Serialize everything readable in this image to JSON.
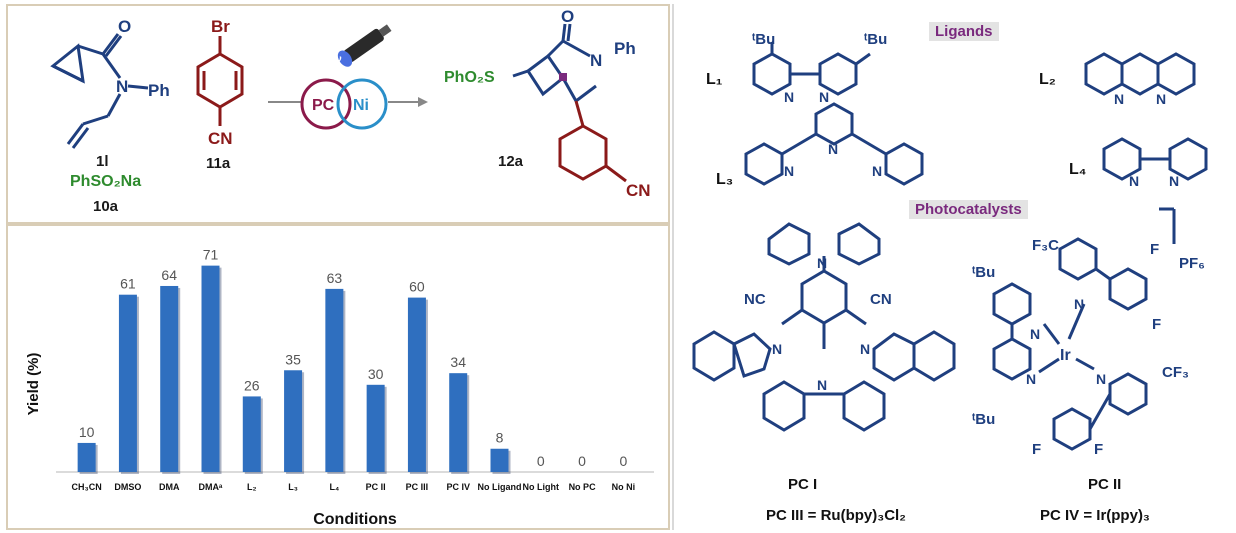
{
  "reaction": {
    "substrate_label": "1l",
    "sulfinate_formula": "PhSO₂Na",
    "sulfinate_label": "10a",
    "aryl_label": "11a",
    "product_label": "12a",
    "catalyst_pc": "PC",
    "catalyst_ni": "Ni",
    "light": "hν",
    "atoms": {
      "O": "O",
      "N": "N",
      "Ph": "Ph",
      "Br": "Br",
      "CN": "CN",
      "PhO2S": "PhO₂S"
    }
  },
  "colors": {
    "navy": "#1f3f7f",
    "bar": "#2f6fbf",
    "maroon": "#8b1a1a",
    "green": "#2e8b2e",
    "purple": "#7a2a7e",
    "pc_circle": "#8b1a4a",
    "ni_circle": "#2a8fc9"
  },
  "chart_data": {
    "type": "bar",
    "categories": [
      "CH₃CN",
      "DMSO",
      "DMA",
      "DMAᵃ",
      "L₂",
      "L₃",
      "L₄",
      "PC II",
      "PC III",
      "PC IV",
      "No Ligand",
      "No Light",
      "No PC",
      "No Ni"
    ],
    "values": [
      10,
      61,
      64,
      71,
      26,
      35,
      63,
      30,
      60,
      34,
      8,
      0,
      0,
      0
    ],
    "data_labels": [
      "10",
      "61",
      "64",
      "71",
      "26",
      "35",
      "63",
      "30",
      "60",
      "34",
      "8",
      "0",
      "0",
      "0"
    ],
    "xlabel": "Conditions",
    "ylabel": "Yield (%)",
    "ylim": [
      0,
      75
    ],
    "grid": false
  },
  "ligands": {
    "title": "Ligands",
    "L1": "L₁",
    "L2": "L₂",
    "L3": "L₃",
    "L4": "L₄",
    "tBu": "ᵗBu",
    "N": "N"
  },
  "photocatalysts": {
    "title": "Photocatalysts",
    "pc1": "PC I",
    "pc2": "PC II",
    "pc3_formula": "PC III = Ru(bpy)₃Cl₂",
    "pc4_formula": "PC IV = Ir(ppy)₃",
    "atoms": {
      "NC": "NC",
      "CN": "CN",
      "N": "N",
      "F3C": "F₃C",
      "CF3": "CF₃",
      "F": "F",
      "Ir": "Ir",
      "PF6": "PF₆",
      "tBu": "ᵗBu"
    }
  }
}
